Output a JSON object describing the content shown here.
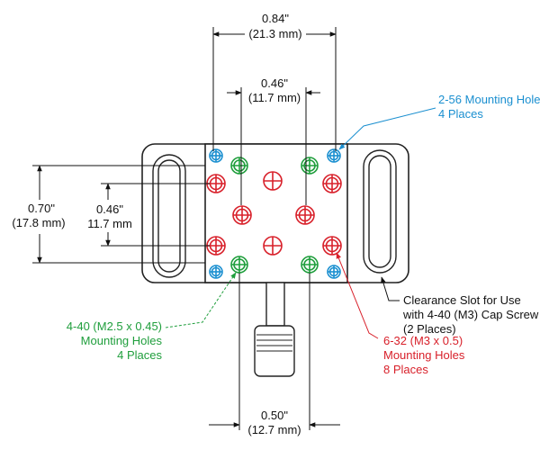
{
  "dimensions": {
    "top_width": {
      "value": "0.84\"",
      "metric": "(21.3 mm)"
    },
    "inner_width": {
      "value": "0.46\"",
      "metric": "(11.7 mm)"
    },
    "left_height": {
      "value": "0.70\"",
      "metric": "(17.8 mm)"
    },
    "inner_height": {
      "value": "0.46\"",
      "metric": "11.7 mm"
    },
    "bottom_width": {
      "value": "0.50\"",
      "metric": "(12.7 mm)"
    }
  },
  "callouts": {
    "blue_holes": {
      "line1": "2-56 Mounting Holes",
      "line2": "4 Places"
    },
    "green_holes": {
      "line1": "4-40 (M2.5 x 0.45)",
      "line2": "Mounting Holes",
      "line3": "4 Places"
    },
    "red_holes": {
      "line1": "6-32 (M3 x 0.5)",
      "line2": "Mounting Holes",
      "line3": "8 Places"
    },
    "slot": {
      "line1": "Clearance Slot for Use",
      "line2": "with 4-40 (M3) Cap Screw",
      "line3": "(2 Places)"
    }
  },
  "colors": {
    "blue": "#1a8fd0",
    "green": "#1f9e3c",
    "red": "#d8202a",
    "outline": "#222222"
  }
}
